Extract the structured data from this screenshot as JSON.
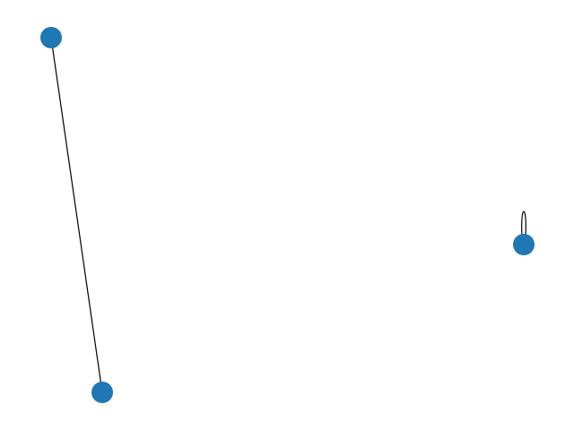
{
  "graph": {
    "node_color": "#1f77b4",
    "edge_color": "#000000",
    "node_count": 3,
    "edge_count": 2,
    "nodes": [
      {
        "id": "node-a"
      },
      {
        "id": "node-b"
      },
      {
        "id": "node-c"
      }
    ],
    "edges": [
      {
        "source": "node-a",
        "target": "node-b",
        "type": "straight"
      },
      {
        "source": "node-c",
        "target": "node-c",
        "type": "self-loop"
      }
    ]
  }
}
